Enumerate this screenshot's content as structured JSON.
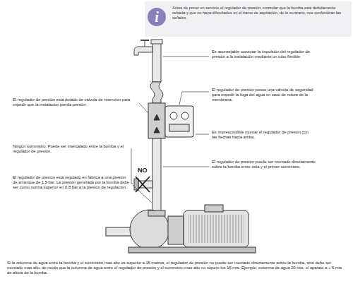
{
  "diagram": {
    "caption": "Si la columna de agua entre la bomba y el suministro mas alto es superior a 15 metros, el regulador de presión no puede ser montado directamente sobre la bomba, sino debe ser montado mas alto, de modo que la columna de agua entre el regulador de presión y el suministro mas alto no supere los 15 mts. Ejemplo: columna de agua 20 mts, el aparato a + 5 mts de altura de la bomba.",
    "nodes": [
      {
        "text": [
          "Antes de poner en servicio el regulador de presión, controlar que la bomba esté debidamente cebada y que no haya dificultades en el tramo de aspiración, de lo contrario, nos confundirán las señales."
        ]
      }
    ],
    "labels": [
      "Es aconsejable conectar la impulsión del regulador de presión a la instalación mediante un tubo flexible.",
      "El regulador de presión posee una válvula de seguridad para impedir la fuga del agua en caso de rotura de la membrana.",
      "El regulador de presión está dotado de válvula de retención para impedir que la instalación pierda presión.",
      "Es imprescindible montar el regulador de presión con las flechas hacia arriba.",
      "Ningún suministro. Puede ser intercalado entre la bomba y el regulador de presión.",
      "El regulador de presión puede ser montado directamente sobre la bomba entre ésta y el primer suministro.",
      "NO",
      "El regulador de presión está regulado en fábrica a una presión de arranque de 1,5 bar. La presión generada por la bomba debe ser como norma superior en 0.8 bar a la presión de regulación."
    ]
  }
}
